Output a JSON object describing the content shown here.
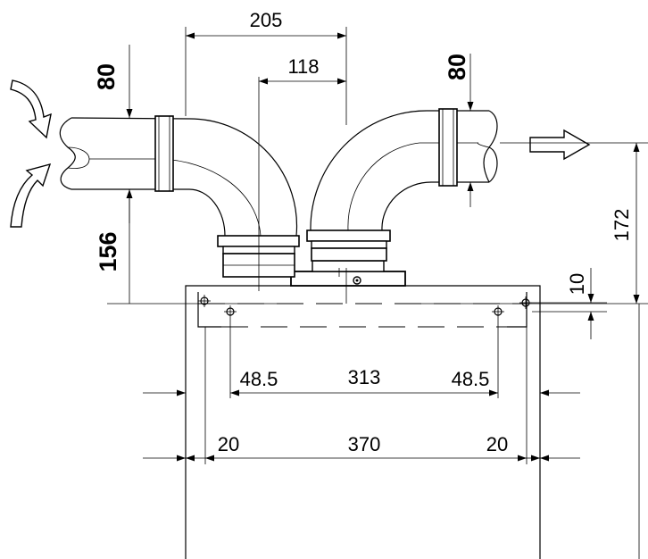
{
  "dimensions": {
    "d205": "205",
    "d118": "118",
    "d80_left": "80",
    "d80_right": "80",
    "d156": "156",
    "d172": "172",
    "d10": "10",
    "d48_5_left": "48.5",
    "d313": "313",
    "d48_5_right": "48.5",
    "d20_left": "20",
    "d370": "370",
    "d20_right": "20"
  },
  "icons": {
    "intake": "curved-arrow-icon",
    "exhaust": "hollow-arrow-icon"
  }
}
